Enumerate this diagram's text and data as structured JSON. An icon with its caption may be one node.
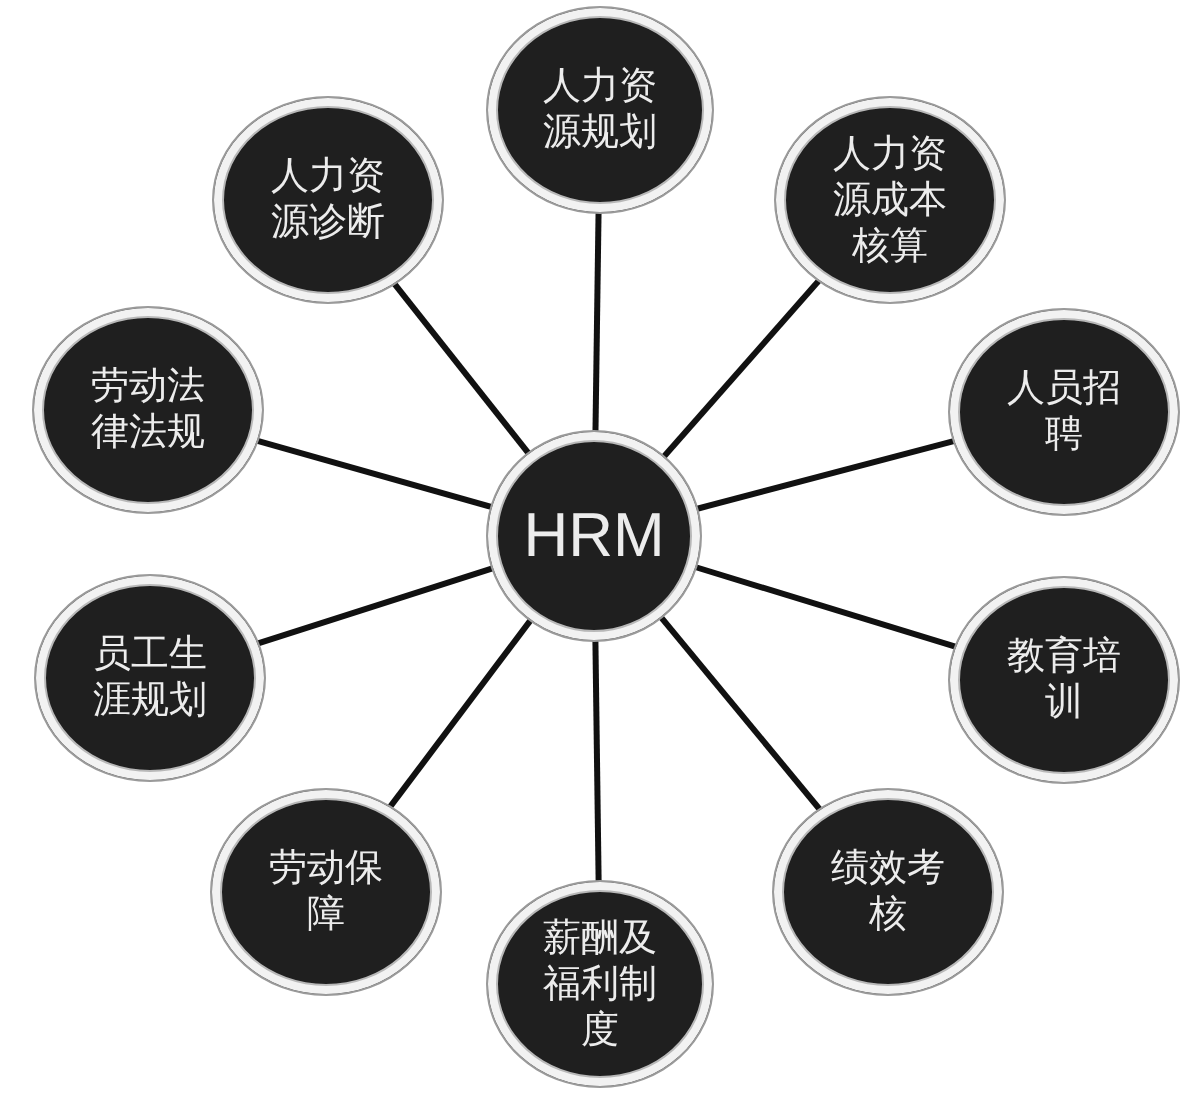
{
  "diagram": {
    "nodes": [
      {
        "text": [
          "HRM"
        ]
      },
      {
        "text": [
          "人力资源规划"
        ]
      },
      {
        "text": [
          "人力资源成本核算"
        ]
      },
      {
        "text": [
          "人员招聘"
        ]
      },
      {
        "text": [
          "教育培训"
        ]
      },
      {
        "text": [
          "绩效考核"
        ]
      },
      {
        "text": [
          "薪酬及福利制度"
        ]
      },
      {
        "text": [
          "劳动保障"
        ]
      },
      {
        "text": [
          "员工生涯规划"
        ]
      },
      {
        "text": [
          "劳动法律法规"
        ]
      },
      {
        "text": [
          "人力资源诊断"
        ]
      }
    ],
    "edges": [
      {
        "from": 0,
        "to": 1,
        "arrow": "none"
      },
      {
        "from": 0,
        "to": 2,
        "arrow": "none"
      },
      {
        "from": 0,
        "to": 3,
        "arrow": "none"
      },
      {
        "from": 0,
        "to": 4,
        "arrow": "none"
      },
      {
        "from": 0,
        "to": 5,
        "arrow": "none"
      },
      {
        "from": 0,
        "to": 6,
        "arrow": "none"
      },
      {
        "from": 0,
        "to": 7,
        "arrow": "none"
      },
      {
        "from": 0,
        "to": 8,
        "arrow": "none"
      },
      {
        "from": 0,
        "to": 9,
        "arrow": "none"
      },
      {
        "from": 0,
        "to": 10,
        "arrow": "none"
      }
    ]
  }
}
